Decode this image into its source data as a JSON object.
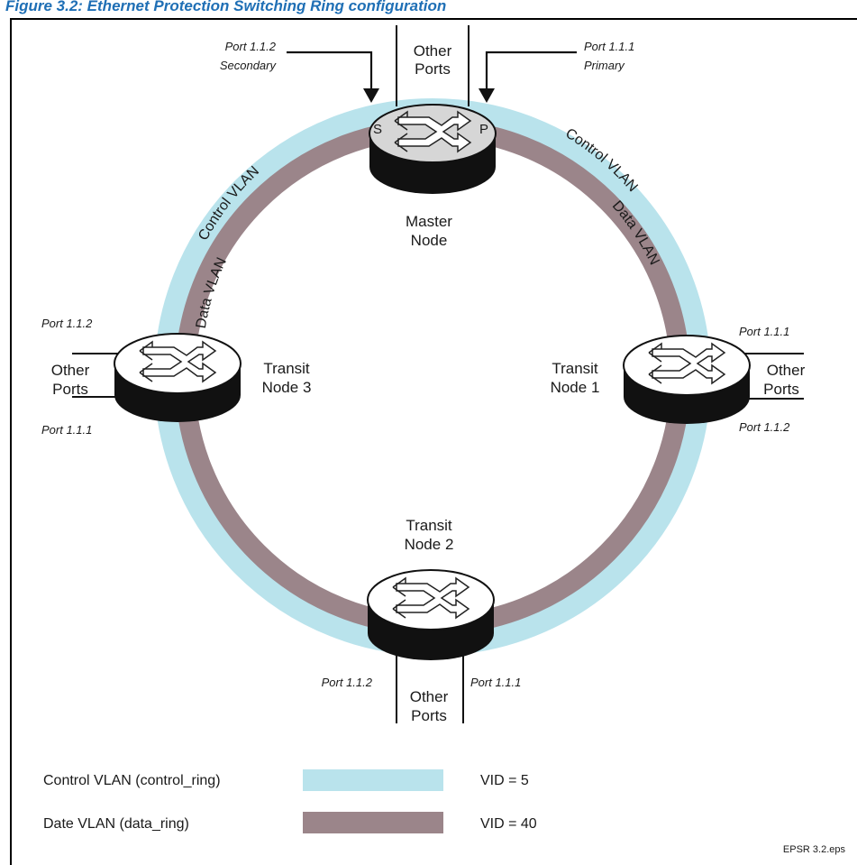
{
  "title_bar": {
    "text": "Figure 3.2: Ethernet Protection Switching Ring configuration"
  },
  "colors": {
    "control_vlan": "#b9e3ec",
    "data_vlan": "#9b858a",
    "node_top": "#ffffff",
    "master_top": "#d6d6d6",
    "node_body": "#111111",
    "title_blue": "#1f6fb5"
  },
  "master": {
    "name_line1": "Master",
    "name_line2": "Node",
    "secondary_port": "Port 1.1.2",
    "secondary_role": "Secondary",
    "primary_port": "Port 1.1.1",
    "primary_role": "Primary",
    "other_line1": "Other",
    "other_line2": "Ports",
    "s_label": "S",
    "p_label": "P"
  },
  "transit1": {
    "name_line1": "Transit",
    "name_line2": "Node 1",
    "port_top": "Port 1.1.1",
    "port_bottom": "Port 1.1.2",
    "other_line1": "Other",
    "other_line2": "Ports"
  },
  "transit2": {
    "name_line1": "Transit",
    "name_line2": "Node 2",
    "port_left": "Port 1.1.2",
    "port_right": "Port 1.1.1",
    "other_line1": "Other",
    "other_line2": "Ports"
  },
  "transit3": {
    "name_line1": "Transit",
    "name_line2": "Node 3",
    "port_top": "Port 1.1.2",
    "port_bottom": "Port 1.1.1",
    "other_line1": "Other",
    "other_line2": "Ports"
  },
  "ring_labels": {
    "control_left": "Control VLAN",
    "data_left": "Data VLAN",
    "control_right": "Control VLAN",
    "data_right": "Data VLAN"
  },
  "legend": {
    "control_label": "Control VLAN (control_ring)",
    "control_vid": "VID = 5",
    "data_label": "Date VLAN (data_ring)",
    "data_vid": "VID = 40"
  },
  "file_label": "EPSR 3.2.eps"
}
